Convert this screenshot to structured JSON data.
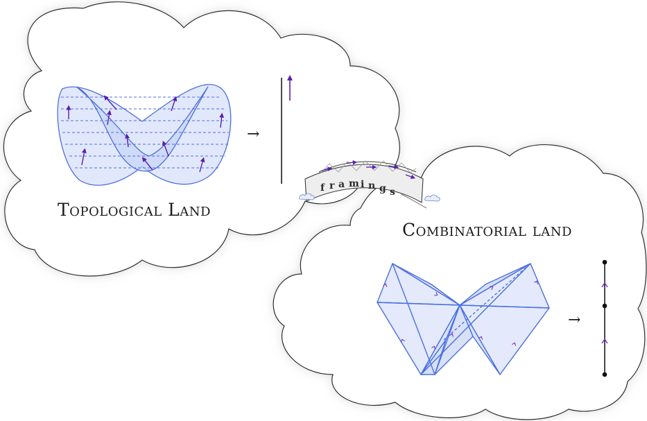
{
  "regions": {
    "topological": {
      "title": "Topological Land"
    },
    "combinatorial": {
      "title": "Combinatorial land"
    }
  },
  "bridge": {
    "label": "framings",
    "letters": [
      "f",
      "r",
      "a",
      "m",
      "i",
      "n",
      "g",
      "s"
    ]
  },
  "maps": {
    "arrow": "→"
  },
  "colors": {
    "surface_fill": "#dfe6fb",
    "surface_stroke": "#4a6fe0",
    "dashed_line": "#4a6fe0",
    "framing_vector": "#5a1fb0",
    "cloud_stroke": "#2a2a2a",
    "cloud_fill": "#ffffff"
  }
}
